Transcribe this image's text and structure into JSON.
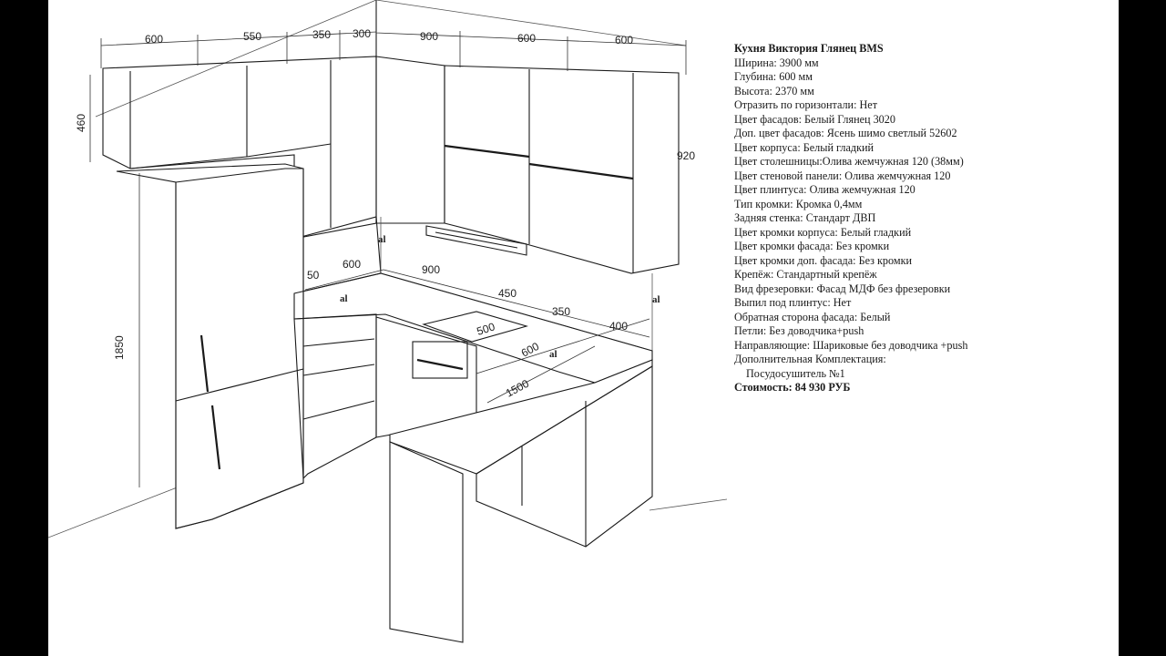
{
  "drawing": {
    "top_dims": [
      "600",
      "550",
      "350",
      "300",
      "900",
      "600",
      "600"
    ],
    "left_dims": [
      "460",
      "1850"
    ],
    "right_dim": "920",
    "worktop_dims": [
      "50",
      "600",
      "900",
      "450",
      "350",
      "400"
    ],
    "cooktop_dim": "500",
    "oven_dims": [
      "600",
      "1500"
    ],
    "edge_marks": [
      "al",
      "al",
      "al",
      "al"
    ]
  },
  "spec": {
    "title": "Кухня Виктория Глянец BMS",
    "lines": [
      "Ширина: 3900 мм",
      "Глубина: 600 мм",
      "Высота: 2370 мм",
      "Отразить по горизонтали: Нет",
      "Цвет фасадов: Белый Глянец 3020",
      "Доп. цвет фасадов: Ясень шимо светлый 52602",
      "Цвет корпуса: Белый гладкий",
      "Цвет столешницы:Олива жемчужная 120 (38мм)",
      "Цвет стеновой панели: Олива жемчужная 120",
      "Цвет плинтуса: Олива жемчужная 120",
      "Тип кромки: Кромка 0,4мм",
      "Задняя стенка: Стандарт ДВП",
      "Цвет кромки корпуса: Белый гладкий",
      "Цвет кромки фасада: Без кромки",
      "Цвет кромки доп. фасада: Без кромки",
      "Крепёж: Стандартный крепёж",
      "Вид фрезеровки: Фасад МДФ без фрезеровки",
      "Выпил под плинтус: Нет",
      "Обратная сторона фасада: Белый",
      "Петли: Без доводчика+push",
      "Направляющие: Шариковые без доводчика +push",
      "Дополнительная Комплектация:"
    ],
    "extra_item": "Посудосушитель №1",
    "price": "Стоимость: 84 930 РУБ"
  }
}
